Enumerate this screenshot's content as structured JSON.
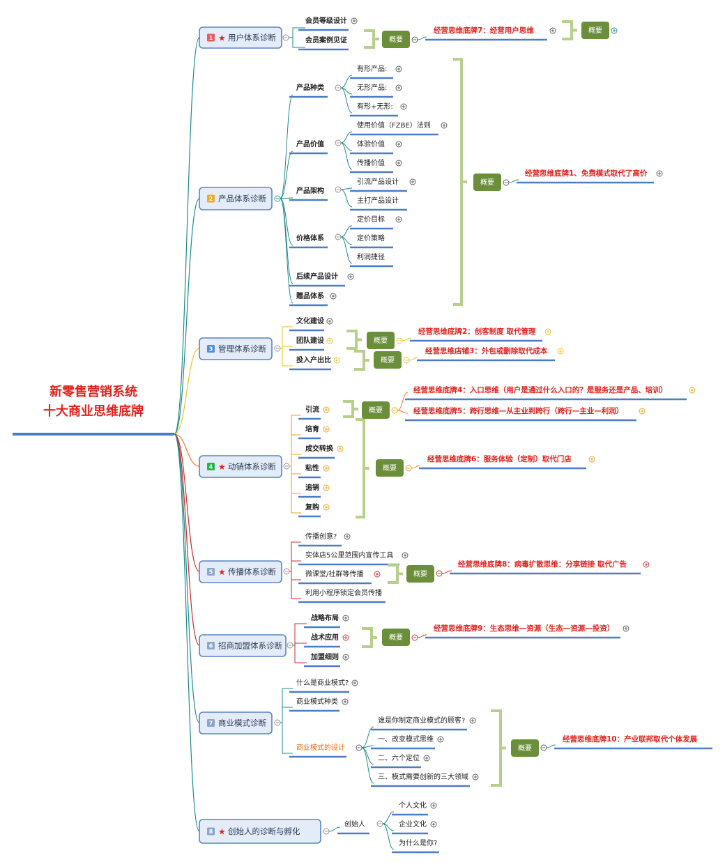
{
  "root": {
    "line1": "新零售营销系统",
    "line2": "十大商业思维底牌"
  },
  "summary_label": "概要",
  "colors": {
    "branch": "#1e8a87",
    "box_border": "#5b84c4",
    "box_fill": "#e3ecf8",
    "summary": "#6b8e3a",
    "bracket": "#b5d08a",
    "red_text": "#e3211c",
    "orange_text": "#ef6c0b",
    "underline": "#4a7cc7"
  },
  "branches": [
    {
      "num": "1",
      "star": true,
      "label": "用户体系诊断",
      "children": [
        "会员等级设计",
        "会员案例见证"
      ],
      "summaries": [
        "经营思维底牌7：经营用户思维"
      ]
    },
    {
      "num": "2",
      "star": false,
      "label": "产品体系诊断",
      "groups": [
        {
          "label": "产品种类",
          "items": [
            "有形产品:",
            "无形产品:",
            "有形+无形:"
          ]
        },
        {
          "label": "产品价值",
          "items": [
            "使用价值（FZBE）法则",
            "体验价值",
            "传播价值"
          ]
        },
        {
          "label": "产品架构",
          "items": [
            "引流产品设计",
            "主打产品设计"
          ]
        },
        {
          "label": "价格体系",
          "items": [
            "定价目标",
            "定价策略",
            "利润捷径"
          ]
        },
        {
          "label": "后续产品设计",
          "items": []
        },
        {
          "label": "赠品体系",
          "items": []
        }
      ],
      "summaries": [
        "经营思维底牌1、免费模式取代了高价"
      ]
    },
    {
      "num": "3",
      "star": false,
      "label": "管理体系诊断",
      "children": [
        "文化建设",
        "团队建设",
        "投入产出比"
      ],
      "summaries": [
        "经营思维底牌2：创客制度 取代管理",
        "经营思维店铺3：外包或删除取代成本"
      ]
    },
    {
      "num": "4",
      "star": true,
      "label": "动销体系诊断",
      "children": [
        "引流",
        "培育",
        "成交转换",
        "粘性",
        "追销",
        "复购"
      ],
      "summaries": [
        "经营思维底牌4：入口思维（用户是通过什么入口的？是服务还是产品、培训）",
        "经营思维底牌5：跨行思维—从主业到跨行（跨行—主业—利润）",
        "经营思维底牌6：服务体验（定制）取代门店"
      ]
    },
    {
      "num": "5",
      "star": true,
      "label": "传播体系诊断",
      "children": [
        "传播创意?",
        "实体店5公里范围内宣传工具",
        "微课堂/社群等传播",
        "利用小程序锁定会员传播"
      ],
      "summaries": [
        "经营思维底牌8：病毒扩散思维：分享链接 取代广告"
      ]
    },
    {
      "num": "6",
      "star": false,
      "label": "招商加盟体系诊断",
      "children": [
        "战略布局",
        "战术应用",
        "加盟细则"
      ],
      "summaries": [
        "经营思维底牌9：生态思维—资源（生态—资源—投资）"
      ]
    },
    {
      "num": "7",
      "star": false,
      "label": "商业模式诊断",
      "children": [
        "什么是商业模式?",
        "商业模式种类",
        "商业模式的设计"
      ],
      "design_items": [
        "谁是你制定商业模式的顾客?",
        "一、改变模式思维",
        "二、六个定位",
        "三、模式需要创新的三大领域"
      ],
      "summaries": [
        "经营思维底牌10：产业联邦取代个体发展"
      ]
    },
    {
      "num": "8",
      "star": true,
      "label": "创始人的诊断与孵化",
      "children": [
        "创始人"
      ],
      "founder_items": [
        "个人文化",
        "企业文化",
        "为什么是你?"
      ]
    }
  ]
}
